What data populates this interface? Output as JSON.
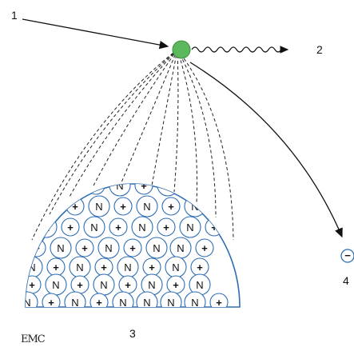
{
  "labels": {
    "incoming": "1",
    "emitted_photon": "2",
    "nucleus": "3",
    "electron": "4"
  },
  "particles": {
    "neutron_symbol": "N",
    "proton_symbol": "+",
    "electron_symbol": "−"
  },
  "logo": "EMC",
  "colors": {
    "center": "#5cb85c",
    "nucleus_outline": "#2e6db4",
    "nucleon_outline": "#2e6db4"
  },
  "nucleons": [
    "+",
    "N",
    "+",
    "N",
    "+",
    "N",
    "+",
    "N",
    "+",
    "N",
    "N",
    "+",
    "N",
    "+",
    "N",
    "+",
    "N",
    "+",
    "+",
    "N",
    "+",
    "N",
    "+",
    "N",
    "N",
    "+",
    "N",
    "+",
    "N",
    "+",
    "N",
    "+",
    "N",
    "+",
    "+",
    "N",
    "+",
    "N",
    "+",
    "N",
    "+",
    "N",
    "N",
    "+",
    "N",
    "+",
    "N",
    "N",
    "N",
    "N",
    "+"
  ]
}
